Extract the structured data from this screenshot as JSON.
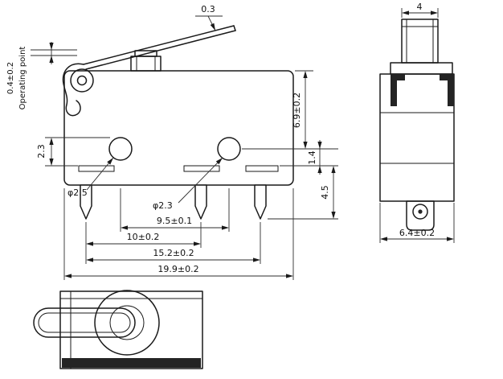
{
  "drawing": {
    "type": "micro-switch dimension drawing",
    "views": [
      "front-view",
      "side-view",
      "bottom-view"
    ]
  },
  "colors": {
    "line": "#1a1a1a",
    "dark_fill": "#242424",
    "background": "#ffffff"
  },
  "dims": {
    "lever_thickness": "0.3",
    "operating_point_value": "0.4±0.2",
    "operating_point_label": "Operating point",
    "hole_to_slot": "2.3",
    "left_hole_dia": "φ2.5",
    "right_hole_dia": "φ2.3",
    "top_to_hole_axis": "6.9±0.2",
    "axis_to_slot": "1.4",
    "terminal_length": "4.5",
    "hole_spacing": "9.5±0.1",
    "terminal_pitch": "10±0.2",
    "terminal_span": "15.2±0.2",
    "body_length": "19.9±0.2",
    "plunger_width": "4",
    "side_width": "6.4±0.2"
  }
}
